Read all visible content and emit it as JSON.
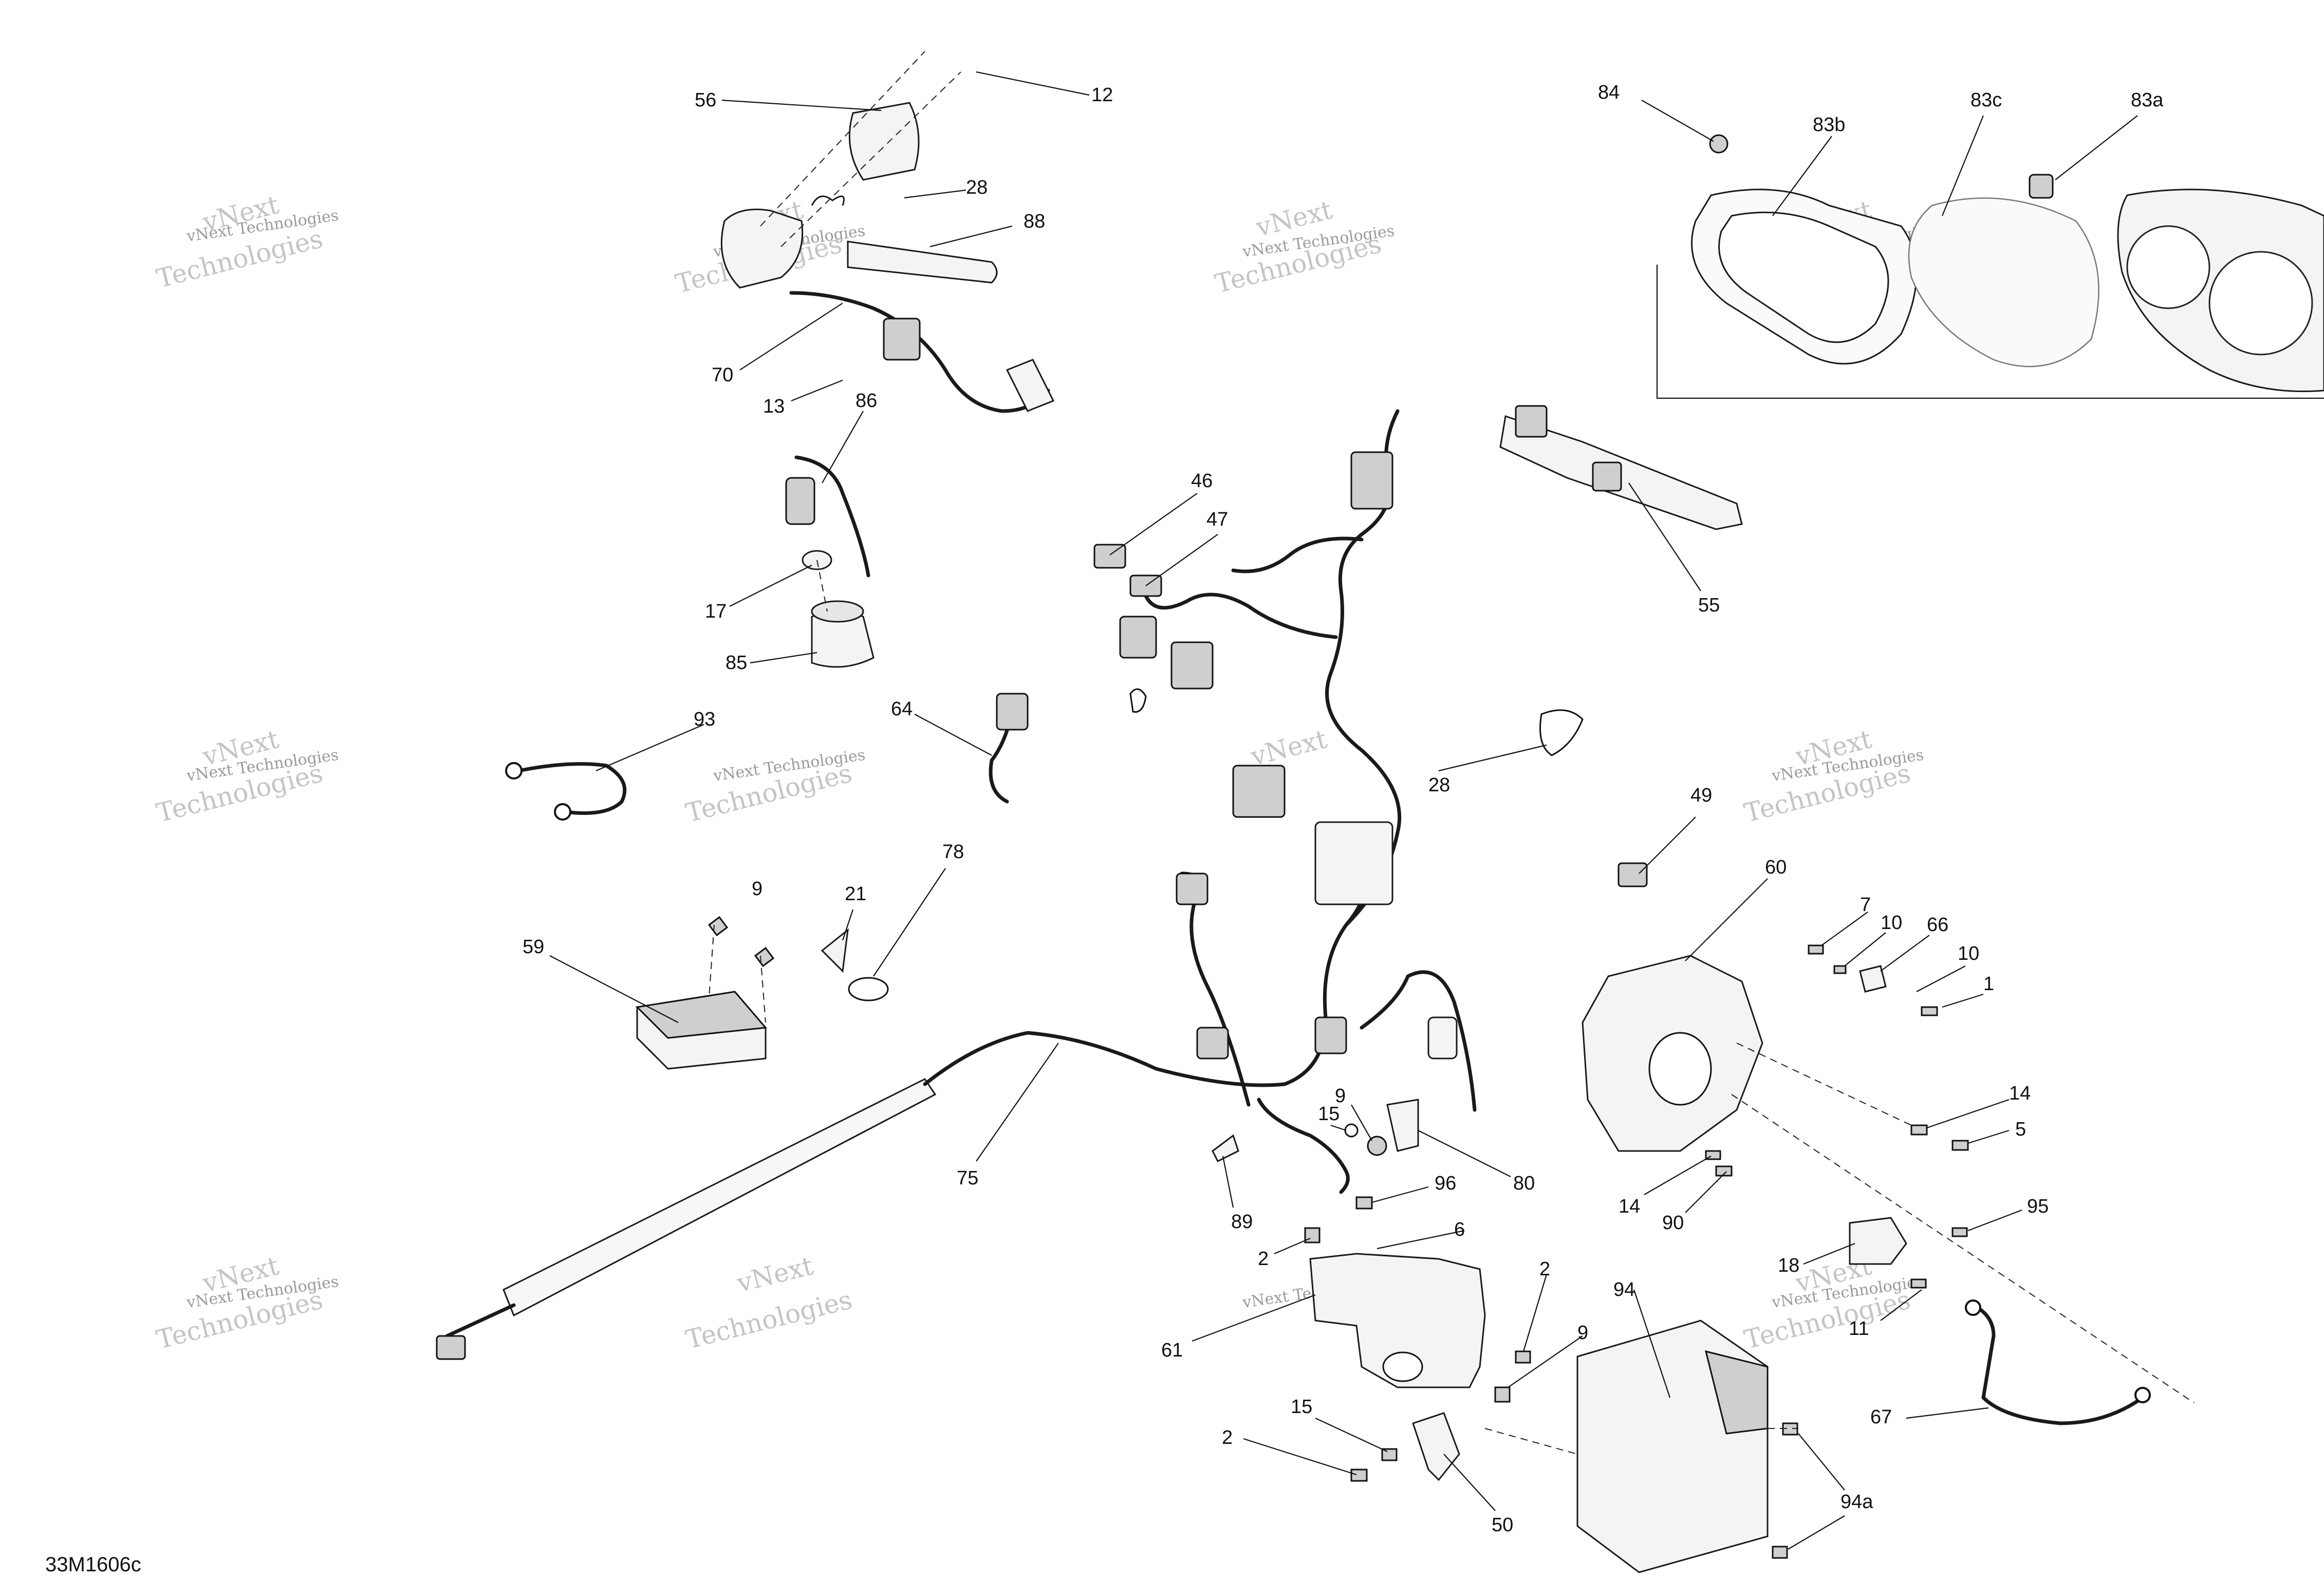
{
  "diagram": {
    "reference": "33M1606c",
    "watermark": {
      "line1": "vNext Technologies",
      "line2": "vNext",
      "line3": "Technologies"
    },
    "labels": [
      "56",
      "12",
      "28",
      "88",
      "70",
      "13",
      "86",
      "17",
      "85",
      "93",
      "64",
      "9",
      "21",
      "78",
      "59",
      "75",
      "46",
      "47",
      "55",
      "28",
      "49",
      "60",
      "7",
      "10",
      "66",
      "10",
      "1",
      "14",
      "5",
      "14",
      "90",
      "95",
      "18",
      "11",
      "67",
      "15",
      "9",
      "80",
      "96",
      "6",
      "89",
      "2",
      "2",
      "61",
      "9",
      "94",
      "15",
      "2",
      "50",
      "94a",
      "84",
      "83b",
      "83c",
      "83a"
    ]
  }
}
